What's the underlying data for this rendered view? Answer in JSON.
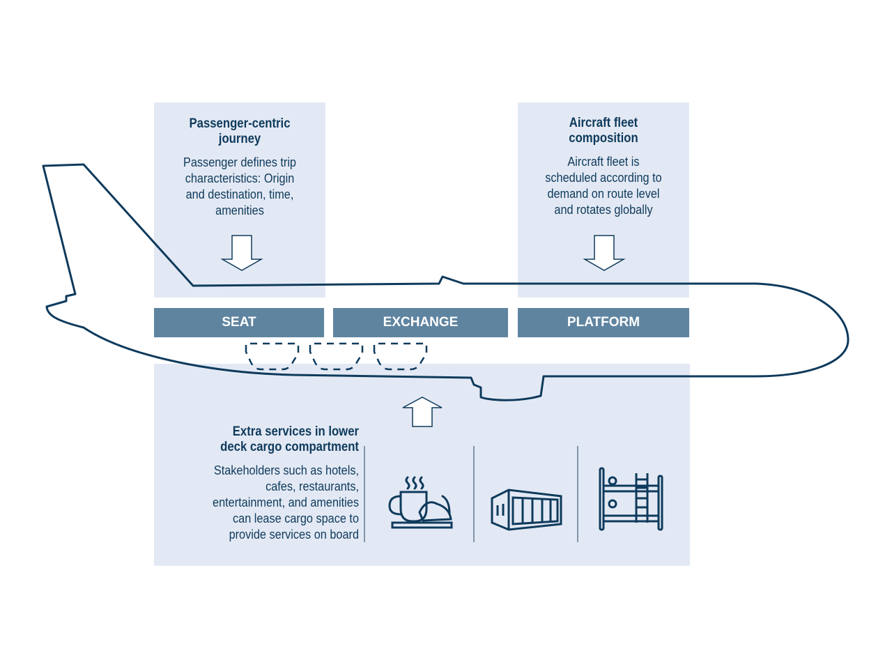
{
  "passenger": {
    "title": "Passenger-centric journey",
    "body": "Passenger defines trip characteristics: Origin and destination, time, amenities"
  },
  "fleet": {
    "title": "Aircraft fleet composition",
    "body": "Aircraft fleet is scheduled according to demand on route level and rotates globally"
  },
  "bars": {
    "seat": "SEAT",
    "exchange": "EXCHANGE",
    "platform": "PLATFORM"
  },
  "cargo": {
    "title": "Extra services in lower deck cargo compartment",
    "body": "Stakeholders such as hotels, cafes, restaurants, entertainment, and amenities can lease cargo space to provide services on board"
  },
  "colors": {
    "panel": "#e3e9f4",
    "bar": "#5f84a0",
    "navy": "#0e3a5c"
  }
}
